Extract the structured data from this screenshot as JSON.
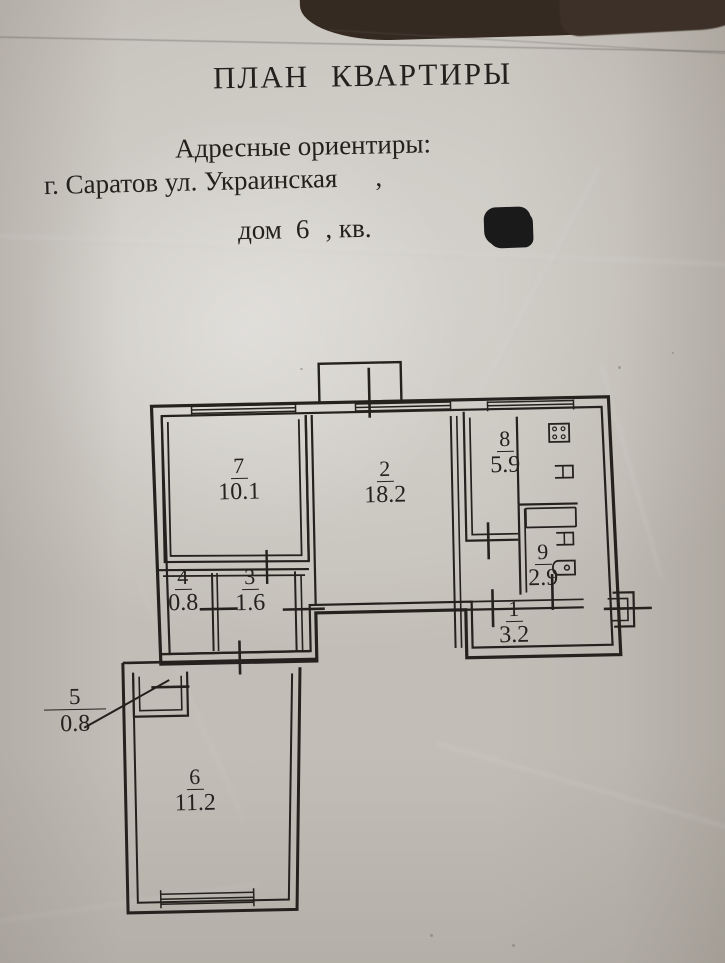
{
  "document": {
    "title_word_1": "ПЛАН",
    "title_word_2": "КВАРТИРЫ",
    "address_label": "Адресные ориентиры:",
    "address_city_street": "г. Саратов ул. Украинская",
    "address_comma": ",",
    "house_word": "дом",
    "house_number": "6",
    "apartment_comma": ",",
    "apartment_word": "кв.",
    "apartment_number_redacted": ""
  },
  "plan": {
    "rooms": [
      {
        "id": "room-7",
        "number": "7",
        "area": "10.1"
      },
      {
        "id": "room-2",
        "number": "2",
        "area": "18.2"
      },
      {
        "id": "room-8",
        "number": "8",
        "area": "5.9"
      },
      {
        "id": "room-9",
        "number": "9",
        "area": "2.9"
      },
      {
        "id": "room-1",
        "number": "1",
        "area": "3.2"
      },
      {
        "id": "room-4",
        "number": "4",
        "area": "0.8"
      },
      {
        "id": "room-3",
        "number": "3",
        "area": "1.6"
      },
      {
        "id": "room-5",
        "number": "5",
        "area": "0.8"
      },
      {
        "id": "room-6",
        "number": "6",
        "area": "11.2"
      }
    ],
    "fixtures": [
      "stove-icon",
      "sink-icon",
      "bathtub-icon",
      "toilet-icon"
    ]
  },
  "colors": {
    "paper": "#cfccc6",
    "ink": "#24211e",
    "backdrop": "#352a22",
    "redaction": "#1a1a1a"
  }
}
